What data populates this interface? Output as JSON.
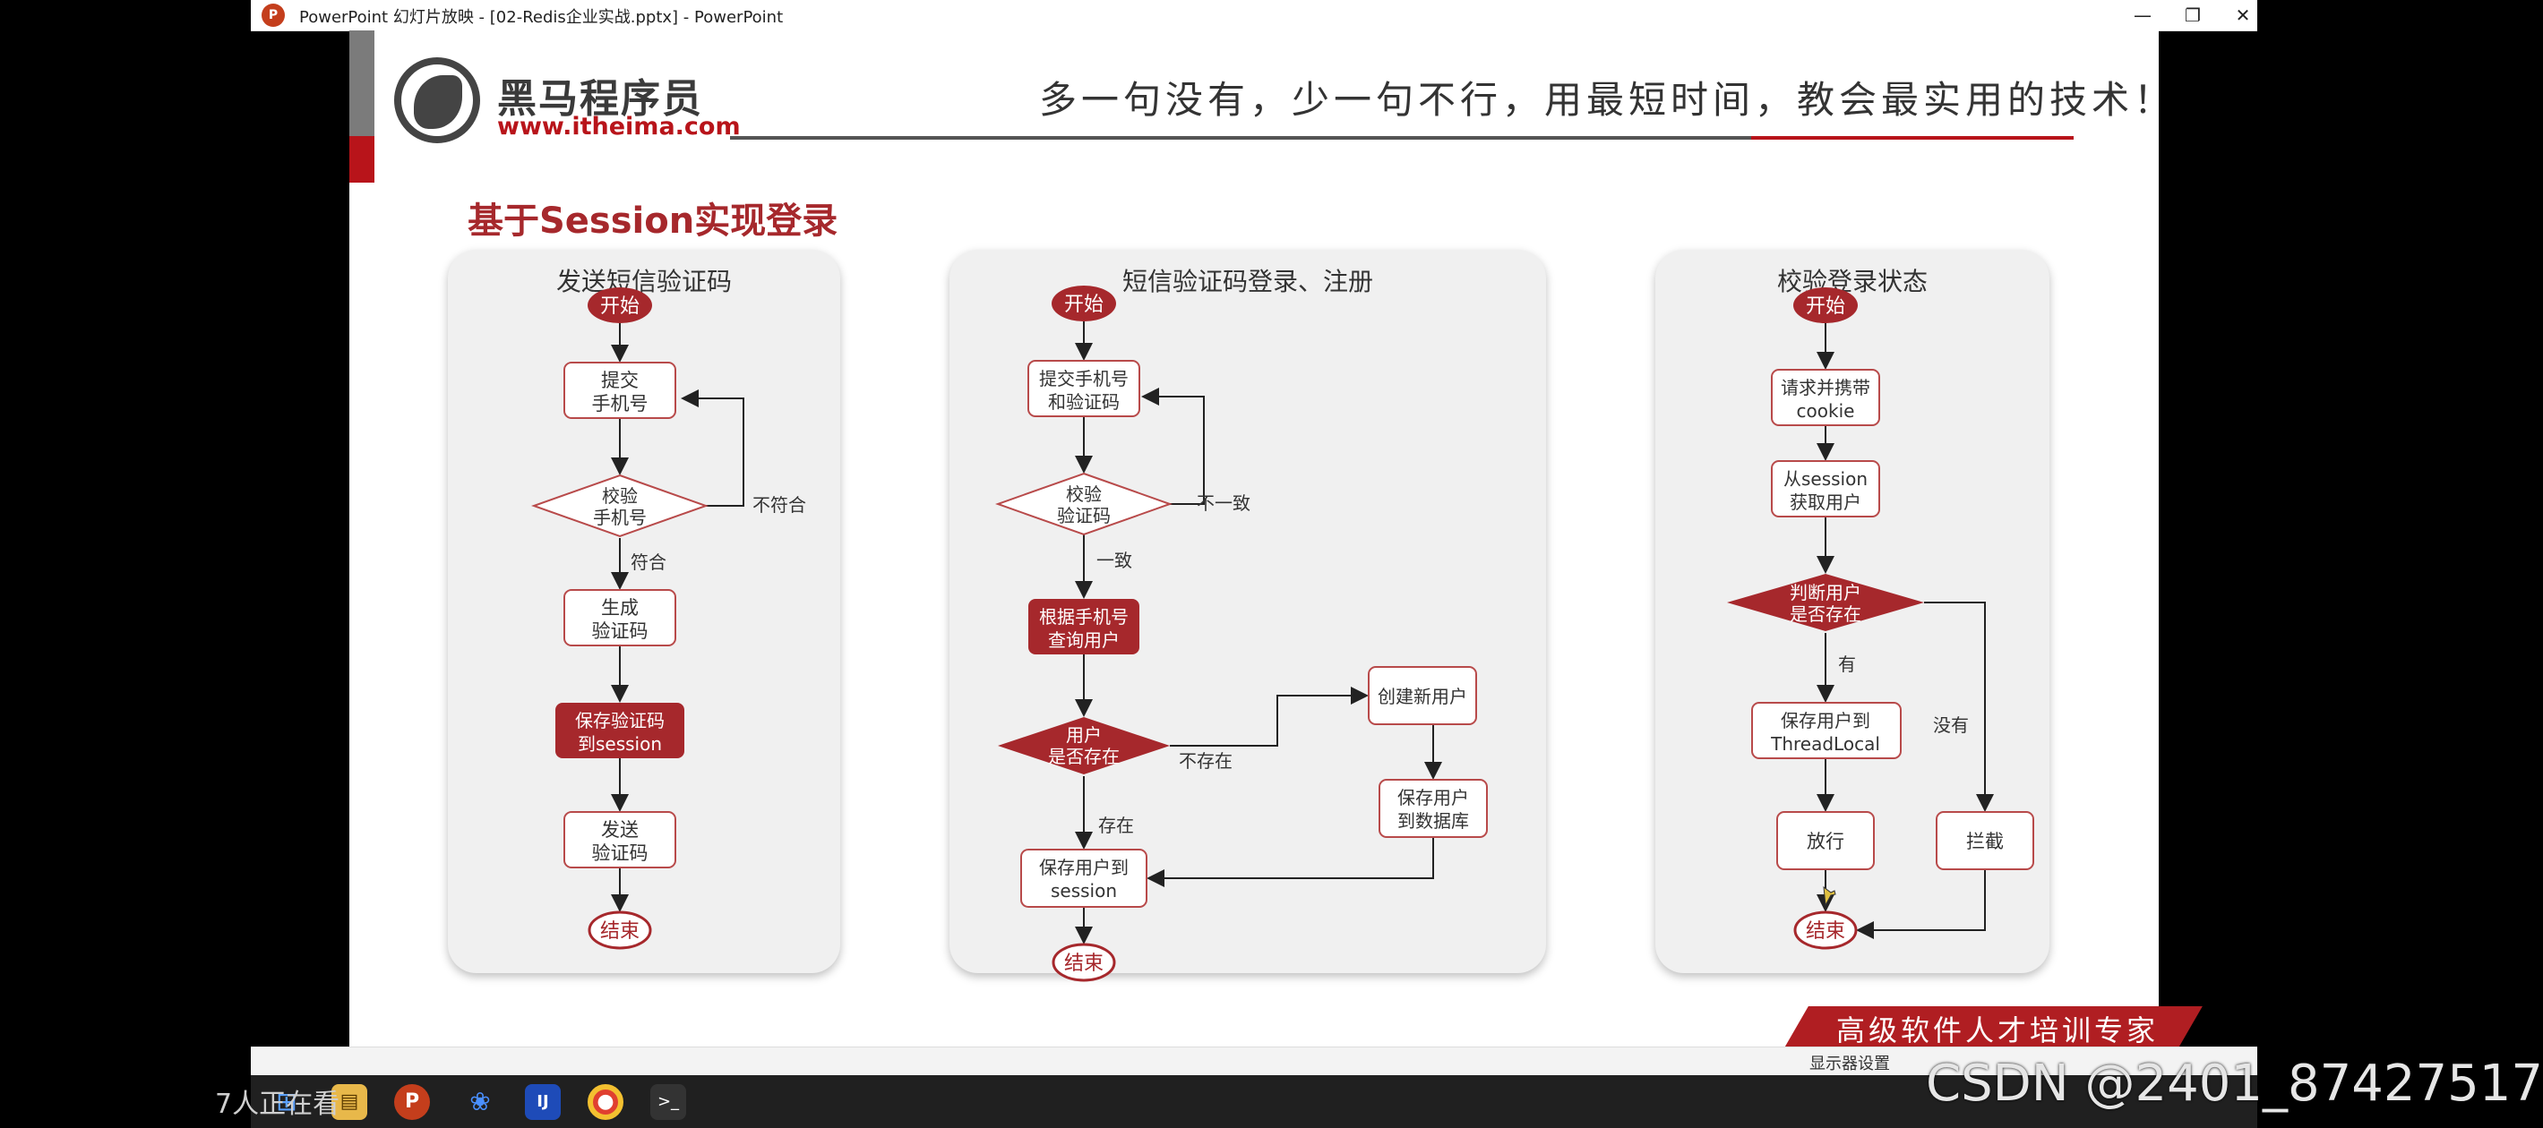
{
  "window": {
    "title": "PowerPoint 幻灯片放映 - [02-Redis企业实战.pptx] - PowerPoint",
    "app_icon": "P",
    "minimize_label": "—",
    "restore_label": "❐",
    "close_label": "✕"
  },
  "slide": {
    "logo_cn": "黑马程序员",
    "logo_url": "www.itheima.com",
    "slogan": "多一句没有，少一句不行，用最短时间，教会最实用的技术！",
    "title": "基于Session实现登录",
    "footer": "高级软件人才培训专家"
  },
  "panels": [
    {
      "title": "发送短信验证码",
      "start": "开始",
      "submit_1": "提交",
      "submit_2": "手机号",
      "check_1": "校验",
      "check_2": "手机号",
      "not_match": "不符合",
      "match": "符合",
      "gen_1": "生成",
      "gen_2": "验证码",
      "save_1": "保存验证码",
      "save_2": "到session",
      "send_1": "发送",
      "send_2": "验证码",
      "end": "结束"
    },
    {
      "title": "短信验证码登录、注册",
      "start": "开始",
      "submit_1": "提交手机号",
      "submit_2": "和验证码",
      "check_1": "校验",
      "check_2": "验证码",
      "mismatch": "不一致",
      "match": "一致",
      "query_1": "根据手机号",
      "query_2": "查询用户",
      "exists_1": "用户",
      "exists_2": "是否存在",
      "not_exists": "不存在",
      "create": "创建新用户",
      "savedb_1": "保存用户",
      "savedb_2": "到数据库",
      "exists": "存在",
      "savesess_1": "保存用户到",
      "savesess_2": "session",
      "end": "结束"
    },
    {
      "title": "校验登录状态",
      "start": "开始",
      "req_1": "请求并携带",
      "req_2": "cookie",
      "get_1": "从session",
      "get_2": "获取用户",
      "judge_1": "判断用户",
      "judge_2": "是否存在",
      "yes": "有",
      "no": "没有",
      "save_1": "保存用户到",
      "save_2": "ThreadLocal",
      "pass": "放行",
      "block": "拦截",
      "end": "结束"
    }
  ],
  "statusbar": {
    "text": "显示器设置"
  },
  "overlay": {
    "viewers": "7人正在看",
    "watermark": "CSDN @2401_87427517"
  },
  "colors": {
    "accent": "#a6282c",
    "brand_red": "#b8141a",
    "node_border": "#b84a4a"
  },
  "icons": [
    "powerpoint-icon",
    "windows-start-icon",
    "file-explorer-icon",
    "powerpoint-taskbar-icon",
    "app-icon",
    "jetbrains-icon",
    "chrome-icon",
    "terminal-icon"
  ]
}
